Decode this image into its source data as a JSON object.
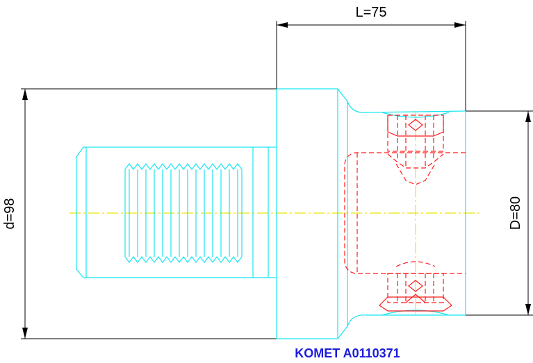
{
  "dimensions": {
    "length": "L=75",
    "outer_diameter": "d=98",
    "bore_diameter": "D=80"
  },
  "caption": "KOMET A0110371",
  "colors": {
    "outline": "#19e6f0",
    "hidden": "#ff1a1a",
    "centerline": "#e8e800",
    "dimension": "#000000",
    "caption": "#1a1adc"
  }
}
